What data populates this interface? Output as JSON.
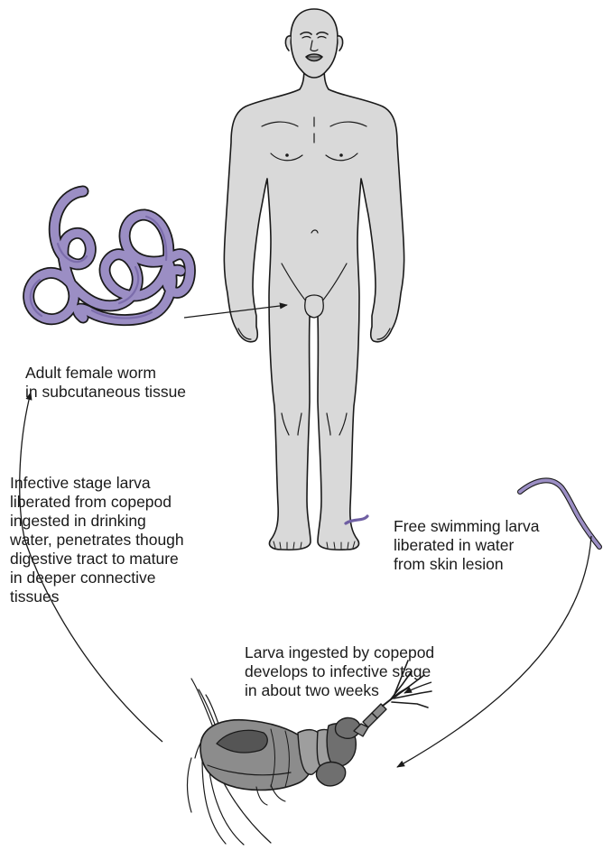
{
  "labels": {
    "adult_female": [
      "Adult female worm",
      "in subcutaneous tissue"
    ],
    "infective_larva": [
      "Infective stage larva",
      "liberated from copepod",
      "ingested in drinking",
      "water, penetrates though",
      "digestive tract to mature",
      "in deeper connective",
      "tissues"
    ],
    "free_swimming": [
      "Free swimming larva",
      "liberated in water",
      "from skin lesion"
    ],
    "copepod_stage": [
      "Larva ingested by copepod",
      "develops to infective stage",
      "in about two weeks"
    ]
  },
  "colors": {
    "body_fill": "#d9d9d9",
    "body_outline": "#1a1a1a",
    "worm_fill": "#9b8ec4",
    "worm_dark": "#6f5fa3",
    "copepod_fill": "#8c8c8c",
    "copepod_dark": "#555555",
    "lip": "#9a9a9a",
    "arrow": "#1a1a1a"
  },
  "icons": {
    "human": "human-figure-icon",
    "worm": "coiled-worm-icon",
    "larva": "larva-icon",
    "copepod": "copepod-icon"
  }
}
